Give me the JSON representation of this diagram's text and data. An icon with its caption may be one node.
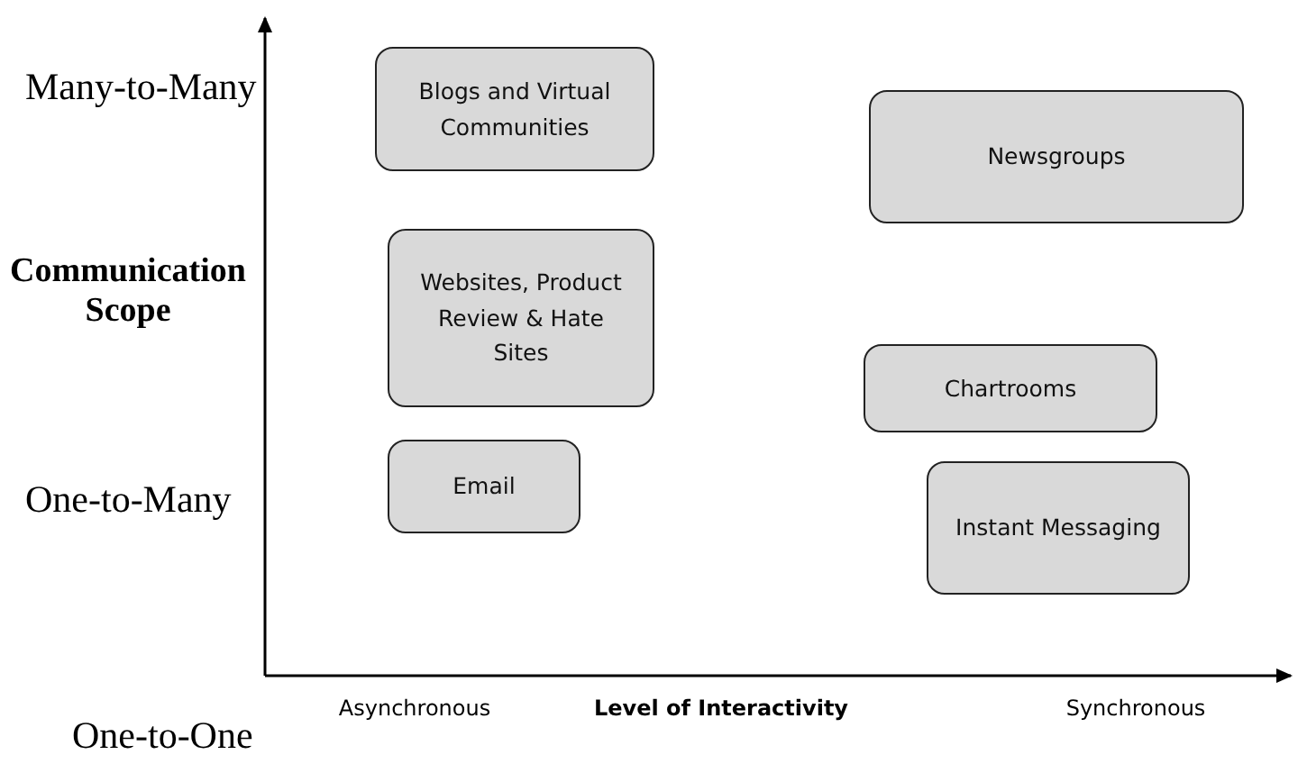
{
  "diagram": {
    "nodes": [
      {
        "text": [
          "Blogs and Virtual Communities"
        ]
      },
      {
        "text": [
          "Newsgroups"
        ]
      },
      {
        "text": [
          "Websites, Product Review & Hate Sites"
        ]
      },
      {
        "text": [
          "Chartrooms"
        ]
      },
      {
        "text": [
          "Email"
        ]
      },
      {
        "text": [
          "Instant Messaging"
        ]
      }
    ],
    "edges": [],
    "labels": [
      "Many-to-Many",
      "Communication Scope",
      "One-to-Many",
      "Asynchronous",
      "Level of Interactivity",
      "Synchronous",
      "One-to-One"
    ]
  }
}
